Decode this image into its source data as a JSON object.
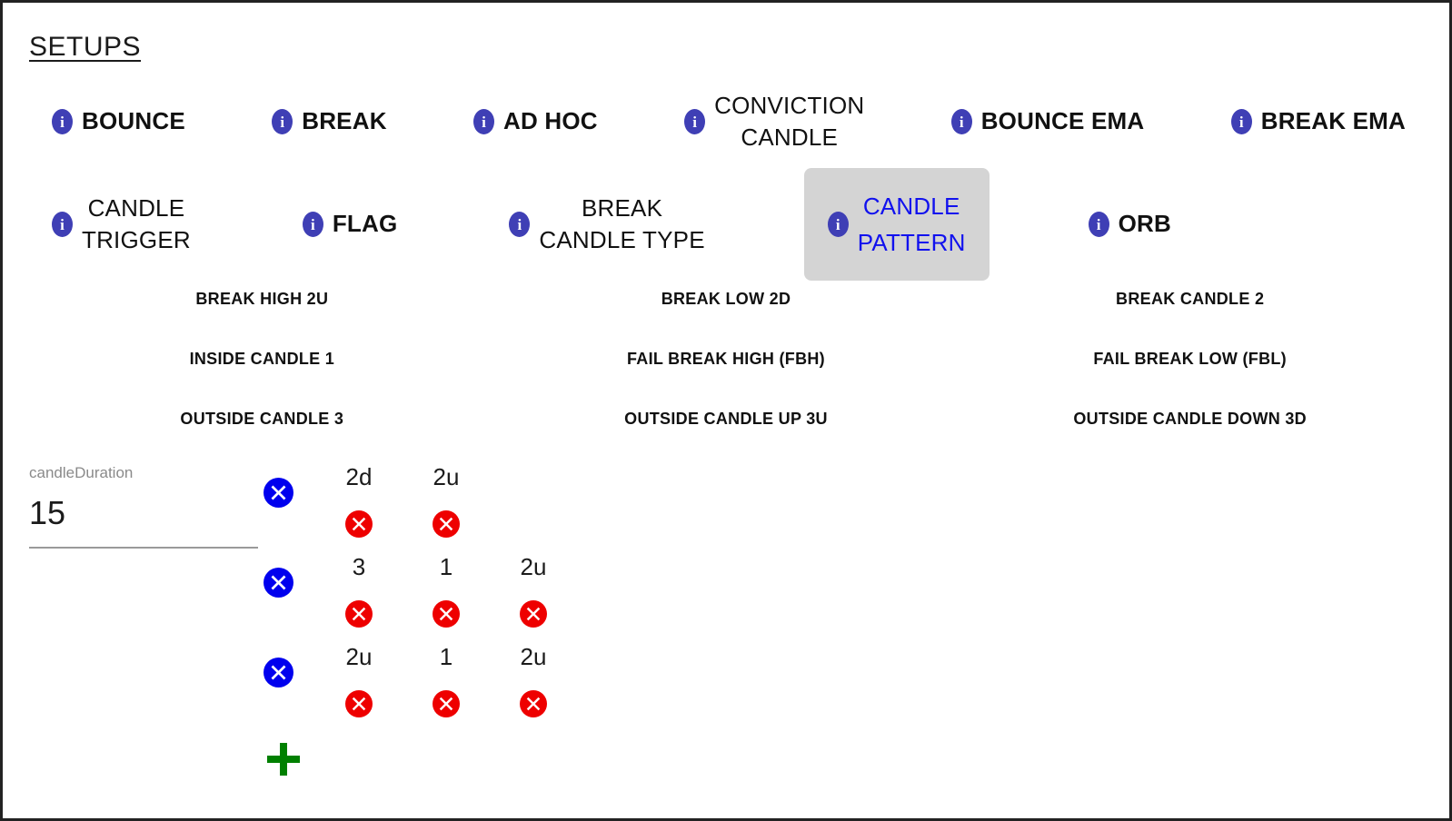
{
  "page": {
    "title": "SETUPS",
    "accent_blue": "#3f3fb5",
    "selected_text_color": "#1111ee",
    "selected_bg_color": "#d4d4d4",
    "remove_blue": "#0000ee",
    "remove_red": "#ee0000",
    "add_green": "#008000",
    "info_glyph": "i"
  },
  "setup_rows": [
    {
      "items": [
        {
          "label": "BOUNCE",
          "selected": false,
          "multiline": false
        },
        {
          "label": "BREAK",
          "selected": false,
          "multiline": false
        },
        {
          "label": "AD HOC",
          "selected": false,
          "multiline": false
        },
        {
          "label": "CONVICTION\nCANDLE",
          "selected": false,
          "multiline": true
        },
        {
          "label": "BOUNCE EMA",
          "selected": false,
          "multiline": false
        },
        {
          "label": "BREAK EMA",
          "selected": false,
          "multiline": false
        }
      ]
    },
    {
      "items": [
        {
          "label": "CANDLE\nTRIGGER",
          "selected": false,
          "multiline": true
        },
        {
          "label": "FLAG",
          "selected": false,
          "multiline": false
        },
        {
          "label": "BREAK\nCANDLE TYPE",
          "selected": false,
          "multiline": true
        },
        {
          "label": "CANDLE\nPATTERN",
          "selected": true,
          "multiline": true
        },
        {
          "label": "ORB",
          "selected": false,
          "multiline": false
        }
      ]
    }
  ],
  "pattern_names": [
    "BREAK HIGH 2U",
    "BREAK LOW 2D",
    "BREAK CANDLE 2",
    "INSIDE CANDLE 1",
    "FAIL BREAK HIGH (FBH)",
    "FAIL BREAK LOW (FBL)",
    "OUTSIDE CANDLE 3",
    "OUTSIDE CANDLE UP 3U",
    "OUTSIDE CANDLE DOWN 3D"
  ],
  "duration_field": {
    "label": "candleDuration",
    "value": "15"
  },
  "builder_rows": [
    {
      "slots": [
        "2d",
        "2u"
      ]
    },
    {
      "slots": [
        "3",
        "1",
        "2u"
      ]
    },
    {
      "slots": [
        "2u",
        "1",
        "2u"
      ]
    }
  ],
  "add_button": {
    "name": "add-pattern-row"
  }
}
